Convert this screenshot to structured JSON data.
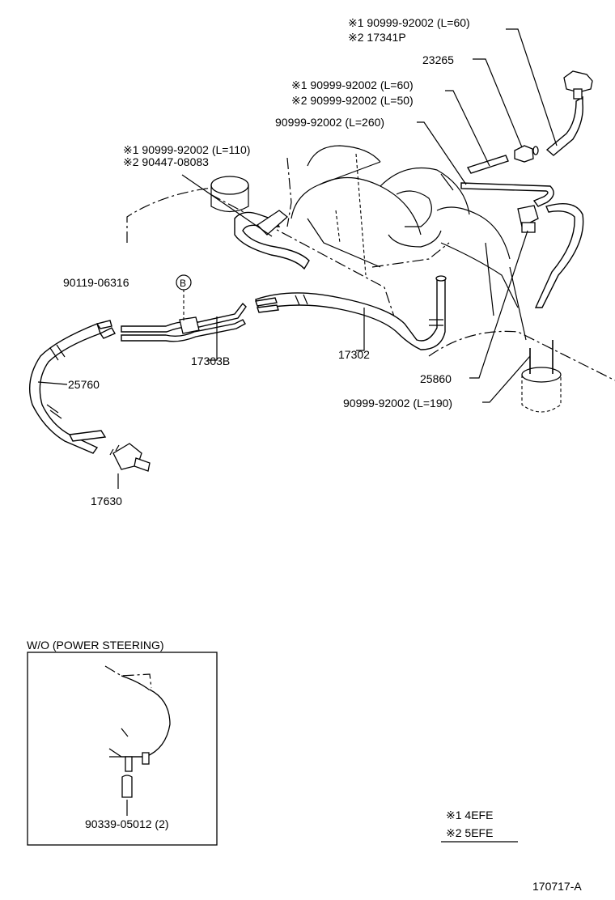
{
  "labels": {
    "top_note_1": "※1  90999-92002 (L=60)",
    "top_note_2": "※2  17341P",
    "part_23265": "23265",
    "mid_note_1": "※1 90999-92002 (L=60)",
    "mid_note_2": "※2 90999-92002 (L=50)",
    "hose_l260": "90999-92002 (L=260)",
    "left_note_1": "※1 90999-92002 (L=110)",
    "left_note_2": "※2 90447-08083",
    "part_90119": "90119-06316",
    "ref_b": "B",
    "part_17303b": "17303B",
    "part_17302": "17302",
    "part_25760": "25760",
    "part_25860": "25860",
    "hose_l190": "90999-92002 (L=190)",
    "part_17630": "17630"
  },
  "inset": {
    "title": "W/O (POWER STEERING)",
    "part_label": "90339-05012 (2)"
  },
  "legend": {
    "row1": "※1  4EFE",
    "row2": "※2  5EFE"
  },
  "drawing_number": "170717-A"
}
